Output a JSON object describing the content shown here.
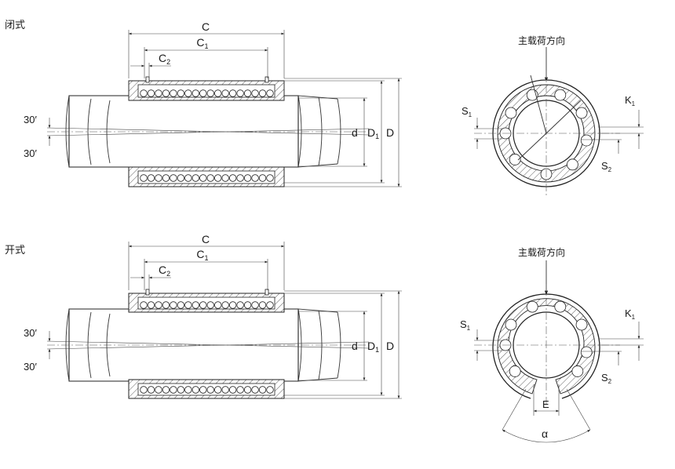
{
  "sections": [
    {
      "title": "闭式",
      "load_direction": "主载荷方向",
      "dims": {
        "C": "C",
        "C1": "C",
        "C1_sub": "1",
        "C2": "C",
        "C2_sub": "2",
        "d": "d",
        "D1": "D",
        "D1_sub": "1",
        "D": "D",
        "angle_top": "30′",
        "angle_bottom": "30′",
        "S1": "S",
        "S1_sub": "1",
        "S2": "S",
        "S2_sub": "2",
        "K1": "K",
        "K1_sub": "1"
      }
    },
    {
      "title": "开式",
      "load_direction": "主载荷方向",
      "dims": {
        "C": "C",
        "C1": "C",
        "C1_sub": "1",
        "C2": "C",
        "C2_sub": "2",
        "d": "d",
        "D1": "D",
        "D1_sub": "1",
        "D": "D",
        "angle_top": "30′",
        "angle_bottom": "30′",
        "S1": "S",
        "S1_sub": "1",
        "S2": "S",
        "S2_sub": "2",
        "K1": "K",
        "K1_sub": "1",
        "E": "E",
        "alpha": "α"
      }
    }
  ]
}
